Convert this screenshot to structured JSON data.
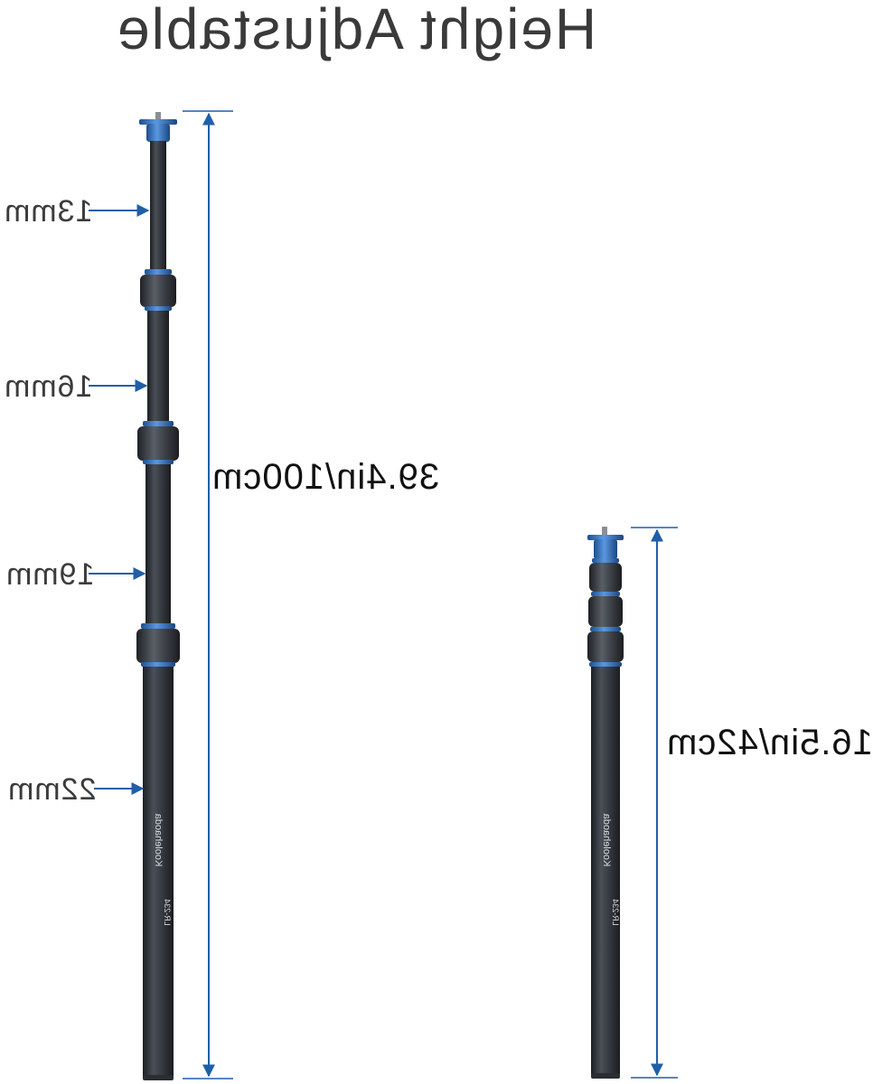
{
  "title": "Height Adjustable",
  "extended_pole": {
    "total_height_label": "39.4in/100cm",
    "section_diameters": [
      "13mm",
      "16mm",
      "19mm",
      "22mm"
    ],
    "brand_text": "Koolehaoda",
    "model_text": "LR-234"
  },
  "collapsed_pole": {
    "total_height_label": "16.5in/42cm",
    "brand_text": "Koolehaoda",
    "model_text": "LR-234"
  },
  "colors": {
    "arrow_blue": "#1f5fa8",
    "pole_dark": "#33373d",
    "accent_blue": "#3a79c4",
    "title_gray": "#3a3a3a"
  }
}
